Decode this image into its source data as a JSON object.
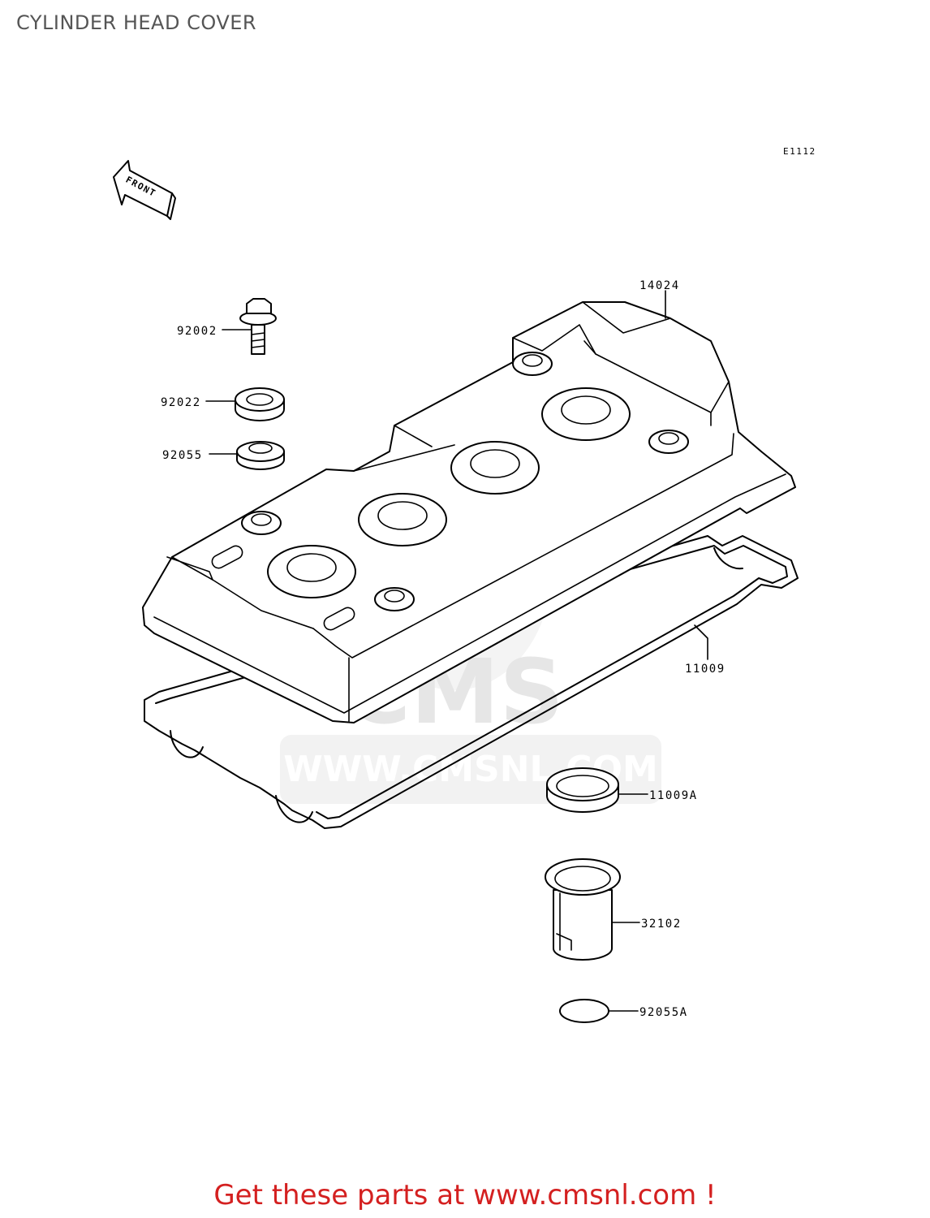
{
  "title": "CYLINDER HEAD COVER",
  "diagram_code": "E1112",
  "front_label": "FRONT",
  "watermark": {
    "logo": "CMS",
    "url": "WWW.CMSNL.COM"
  },
  "parts": [
    {
      "id": "14024"
    },
    {
      "id": "92002"
    },
    {
      "id": "92022"
    },
    {
      "id": "92055"
    },
    {
      "id": "11009"
    },
    {
      "id": "11009A"
    },
    {
      "id": "32102"
    },
    {
      "id": "92055A"
    }
  ],
  "call_to_action": "Get these parts at www.cmsnl.com !",
  "colors": {
    "cta": "#d42020",
    "title": "#555555",
    "line": "#000000",
    "watermark": "#e6e6e6"
  }
}
